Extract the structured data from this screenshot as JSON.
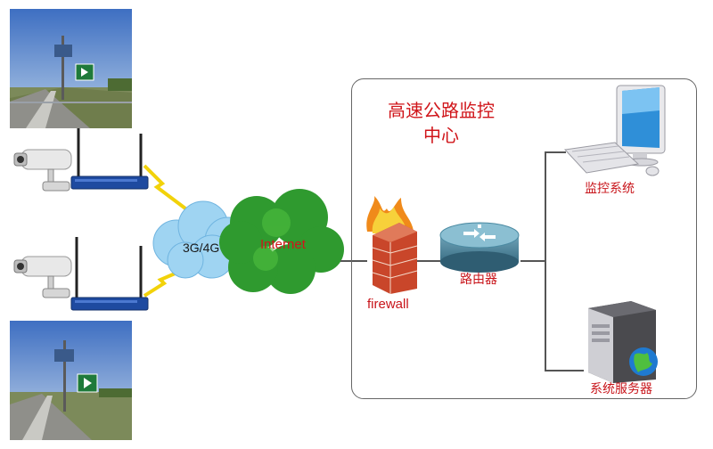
{
  "control_center": {
    "title_line1": "高速公路监控",
    "title_line2": "中心"
  },
  "network": {
    "wireless_label": "3G/4G",
    "internet_label": "Internet",
    "firewall_label": "firewall",
    "router_label": "路由器"
  },
  "endpoints": {
    "monitor_label": "监控系统",
    "server_label": "系统服务器"
  },
  "colors": {
    "label_red": "#c8141a",
    "cloud_blue": "#9fd4f2",
    "cloud_green": "#2f9a2f",
    "line_gray": "#555555"
  }
}
